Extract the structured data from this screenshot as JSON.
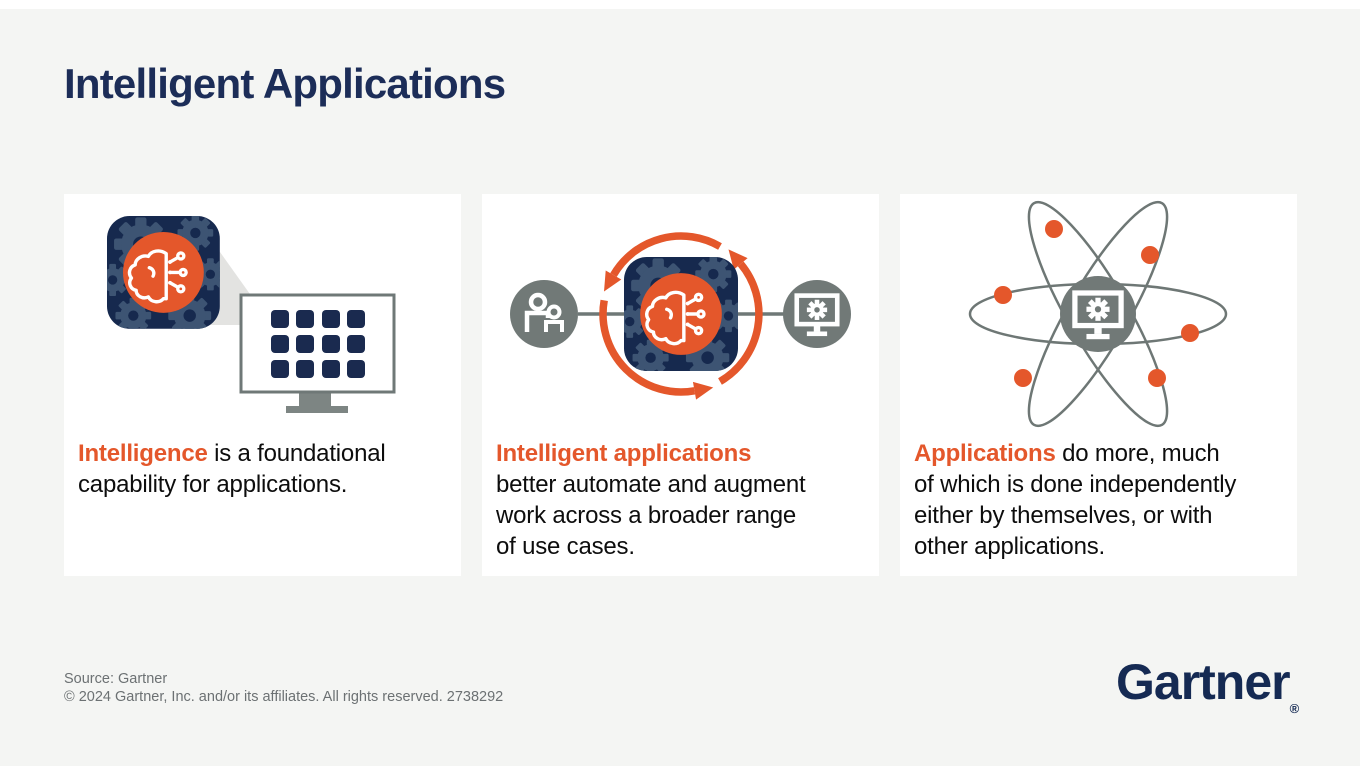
{
  "title": "Intelligent Applications",
  "colors": {
    "orange": "#E4572B",
    "title_navy": "#1C2D58",
    "logo_navy": "#152A53",
    "app_icon_navy": "#16294E",
    "gear_blue": "#3D5473",
    "square_navy": "#1A2A4F",
    "icon_gray": "#717977",
    "orbit_gray": "#6E7775",
    "background": "#F4F5F3",
    "card_background": "#FFFFFF",
    "footer_gray": "#6C7173"
  },
  "cards": [
    {
      "icon": "intelligence-app-projecting-to-monitor",
      "lead": "Intelligence",
      "after_lead": " is a foundational",
      "lines": [
        "capability for applications."
      ]
    },
    {
      "icon": "human-and-machine-cycle-around-intelligent-app",
      "lead": "Intelligent applications",
      "after_lead": "",
      "lines": [
        "better automate and augment",
        "work across a broader range",
        "of use cases."
      ]
    },
    {
      "icon": "applications-atom-orbits",
      "lead": "Applications",
      "after_lead": " do more, much",
      "lines": [
        "of which is done independently",
        "either by themselves, or with",
        "other applications."
      ]
    }
  ],
  "footer": {
    "source": "Source: Gartner",
    "copyright": "© 2024 Gartner, Inc. and/or its affiliates. All rights reserved. 2738292"
  },
  "brand": {
    "logo": "Gartner",
    "registered": "®"
  }
}
